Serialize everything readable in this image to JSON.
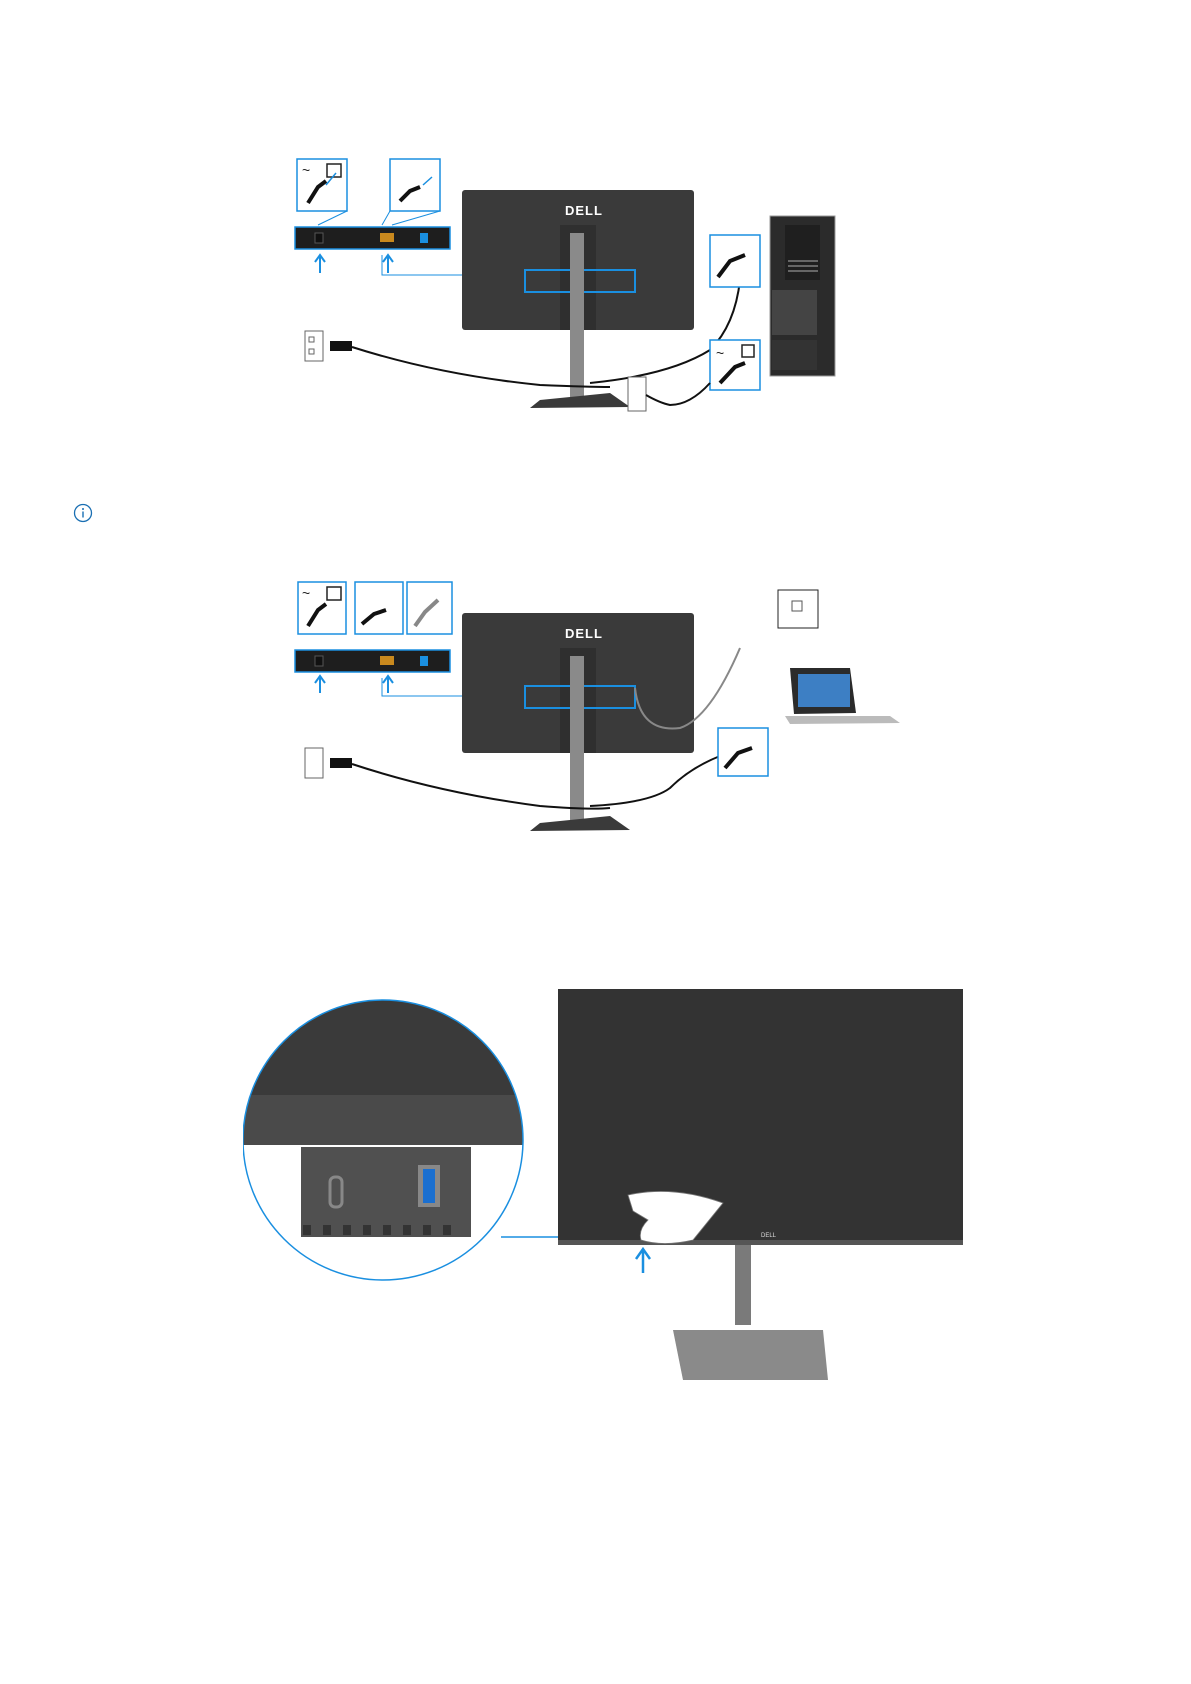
{
  "page": {
    "background": "#ffffff",
    "accent": "#1a8fe0",
    "monitor_color": "#3a3a3a"
  },
  "figure1": {
    "brand_logo": "DELL",
    "icons": [
      "ac-power-icon",
      "power-outlet-icon",
      "displayport-cable-icon"
    ]
  },
  "note": {
    "icon": "info-icon"
  },
  "figure2": {
    "brand_logo": "DELL",
    "icons": [
      "ac-power-icon",
      "power-outlet-icon",
      "displayport-cable-icon",
      "ethernet-cable-icon",
      "laptop-icon"
    ]
  },
  "figure3": {
    "brand_logo": "DELL",
    "icons": [
      "usb-c-port-icon",
      "usb-a-port-icon",
      "hand-icon",
      "up-arrow-icon"
    ]
  }
}
